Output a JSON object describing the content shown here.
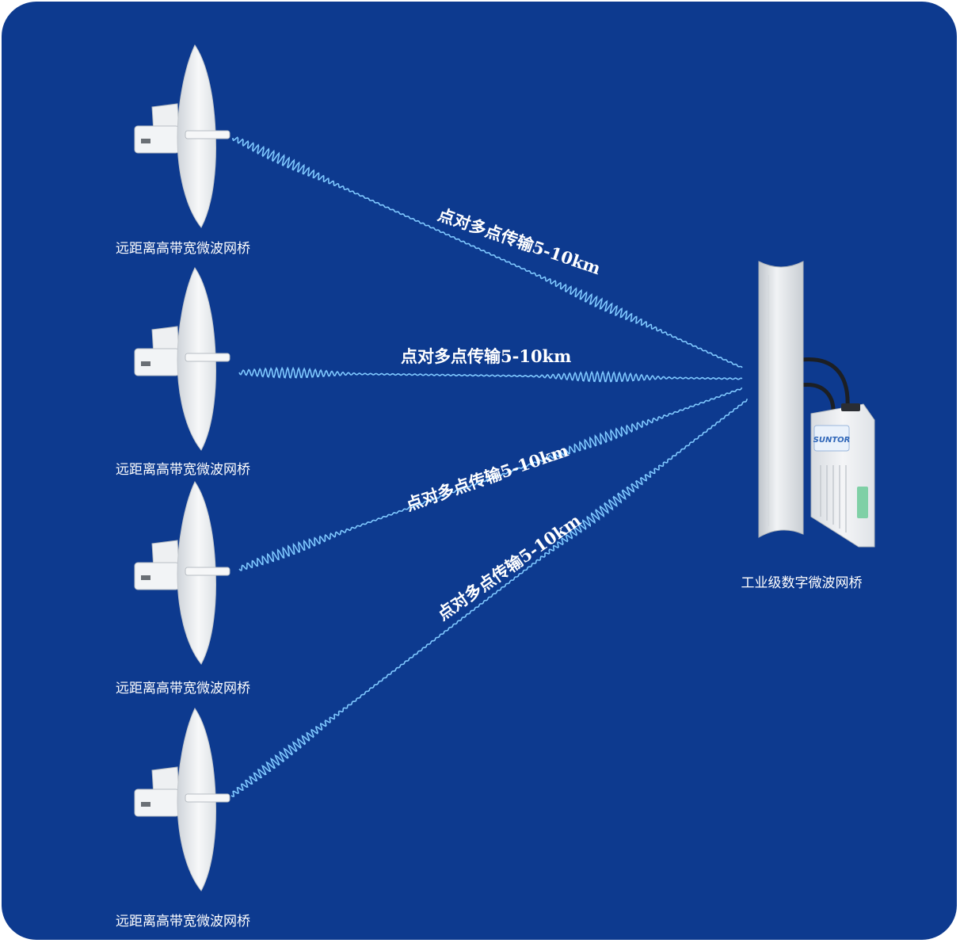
{
  "colors": {
    "background": "#0d3a8f",
    "wave": "#7fc8ff",
    "device": "#e9ecef"
  },
  "dishes": [
    {
      "label": "远距离高带宽微波网桥"
    },
    {
      "label": "远距离高带宽微波网桥"
    },
    {
      "label": "远距离高带宽微波网桥"
    },
    {
      "label": "远距离高带宽微波网桥"
    }
  ],
  "links": [
    {
      "label": "点对多点传输5-10km"
    },
    {
      "label": "点对多点传输5-10km"
    },
    {
      "label": "点对多点传输5-10km"
    },
    {
      "label": "点对多点传输5-10km"
    }
  ],
  "base_station": {
    "label": "工业级数字微波网桥",
    "logo_text": "SUNTOR"
  }
}
